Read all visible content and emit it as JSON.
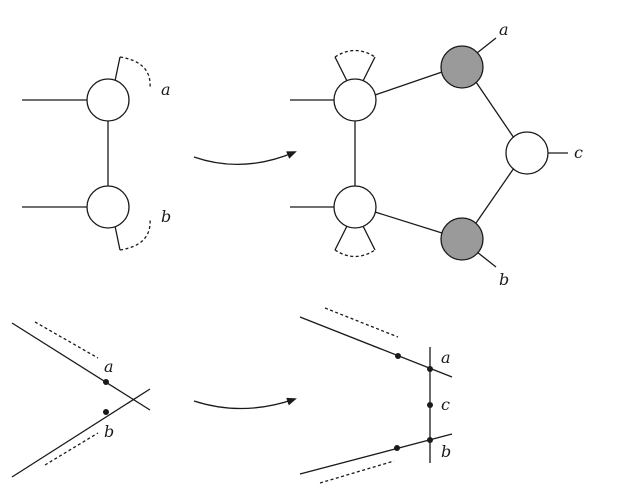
{
  "labels": {
    "top_left_a": "a",
    "top_left_b": "b",
    "top_right_a": "a",
    "top_right_b": "b",
    "top_right_c": "c",
    "bottom_left_a": "a",
    "bottom_left_b": "b",
    "bottom_right_a": "a",
    "bottom_right_b": "b",
    "bottom_right_c": "c"
  },
  "colors": {
    "stroke": "#1a1a1a",
    "node_white": "#ffffff",
    "node_gray": "#9a9a9a"
  }
}
